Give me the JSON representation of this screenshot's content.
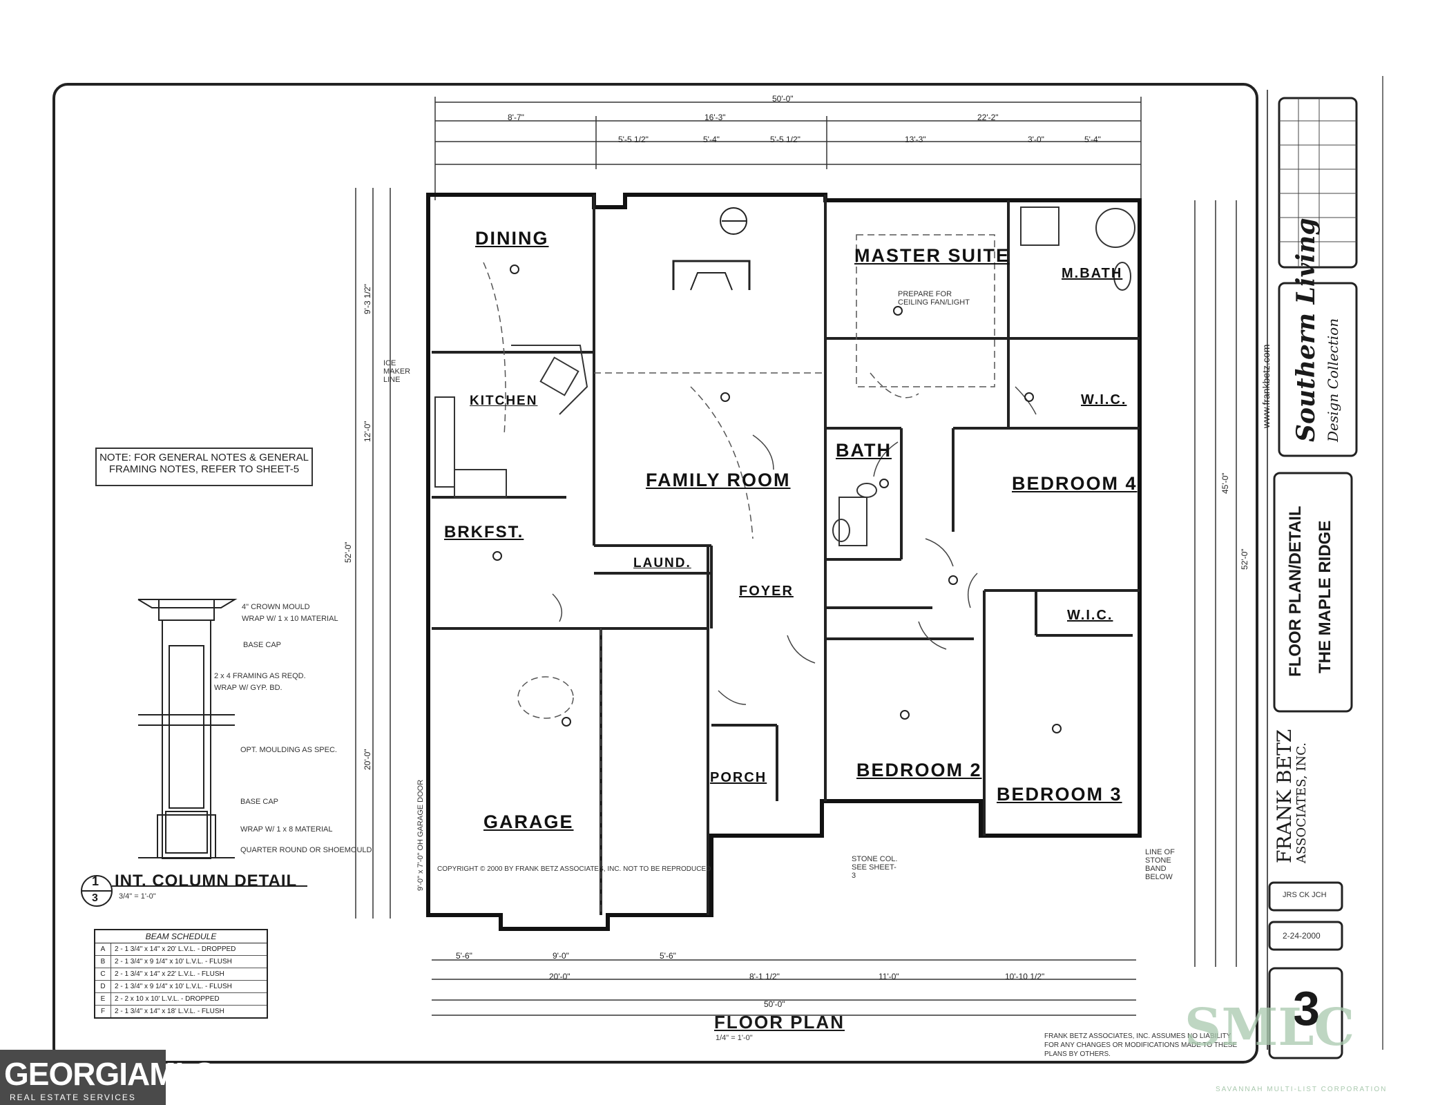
{
  "plan": {
    "title": "FLOOR PLAN",
    "scale": "1/4\" = 1'-0\"",
    "copyright": "COPYRIGHT © 2000 BY FRANK BETZ ASSOCIATES, INC. NOT TO BE REPRODUCED",
    "disclaimer_lines": [
      "FRANK BETZ ASSOCIATES, INC. ASSUMES NO LIABILITY",
      "FOR ANY CHANGES OR MODIFICATIONS MADE TO THESE",
      "PLANS BY OTHERS."
    ],
    "website": "www.frankbetz.com"
  },
  "rooms": {
    "dining": "DINING",
    "kitchen": "KITCHEN",
    "brkfst": "BRKFST.",
    "family_room": "FAMILY ROOM",
    "master_suite": "MASTER SUITE",
    "m_bath": "M.BATH",
    "wic_master": "W.I.C.",
    "bath": "BATH",
    "bedroom4": "BEDROOM 4",
    "laund": "LAUND.",
    "foyer": "FOYER",
    "wic": "W.I.C.",
    "garage": "GARAGE",
    "porch": "PORCH",
    "bedroom2": "BEDROOM 2",
    "bedroom3": "BEDROOM 3"
  },
  "dimensions": {
    "overall_top": "50'-0\"",
    "top_row": [
      "8'-7\"",
      "16'-3\"",
      "22'-2\""
    ],
    "second_row": [
      "5'-5 1/2\"",
      "5'-4\"",
      "5'-5 1/2\"",
      "13'-3\"",
      "3'-0\"",
      "5'-4\""
    ],
    "bottom_row1": [
      "5'-6\"",
      "9'-0\"",
      "5'-6\""
    ],
    "bottom_row2": [
      "20'-0\"",
      "8'-1 1/2\"",
      "11'-0\"",
      "10'-10 1/2\""
    ],
    "overall_bottom": "50'-0\"",
    "left_side": [
      "9'-3 1/2\"",
      "12'-0\"",
      "52'-0\"",
      "20'-0\""
    ],
    "right_side": [
      "45'-0\"",
      "52'-0\""
    ]
  },
  "notes": {
    "general": "NOTE: FOR GENERAL NOTES & GENERAL FRAMING NOTES, REFER TO SHEET-5",
    "icemaker": "ICE MAKER LINE",
    "master_ceiling": "PREPARE FOR CEILING FAN/LIGHT",
    "garage_door": "9'-0\" x 7'-0\" OH GARAGE DOOR",
    "stone": "STONE COL. SEE SHEET-3",
    "stone_band": "LINE OF STONE BAND BELOW"
  },
  "column_detail": {
    "number": "1",
    "sheet": "3",
    "title": "INT. COLUMN DETAIL",
    "scale": "3/4\" = 1'-0\"",
    "callouts": [
      "4\" CROWN MOULD",
      "WRAP W/ 1 x 10 MATERIAL",
      "BASE CAP",
      "2 x 4 FRAMING AS REQD.",
      "WRAP W/ GYP. BD.",
      "OPT. MOULDING AS SPEC.",
      "BASE CAP",
      "WRAP W/ 1 x 8 MATERIAL",
      "QUARTER ROUND OR SHOEMOULD"
    ]
  },
  "beam_schedule": {
    "title": "BEAM SCHEDULE",
    "rows": [
      {
        "mark": "A",
        "text": "2 - 1 3/4\" x 14\" x 20' L.V.L. - DROPPED"
      },
      {
        "mark": "B",
        "text": "2 - 1 3/4\" x 9 1/4\" x 10' L.V.L. - FLUSH"
      },
      {
        "mark": "C",
        "text": "2 - 1 3/4\" x 14\" x 22' L.V.L. - FLUSH"
      },
      {
        "mark": "D",
        "text": "2 - 1 3/4\" x 9 1/4\" x 10' L.V.L. - FLUSH"
      },
      {
        "mark": "E",
        "text": "2 - 2 x 10 x 10' L.V.L. - DROPPED"
      },
      {
        "mark": "F",
        "text": "2 - 1 3/4\" x 14\" x 18' L.V.L. - FLUSH"
      }
    ]
  },
  "title_block": {
    "brand": "Southern Living",
    "brand_sub": "Design Collection",
    "sheet_title": "FLOOR PLAN/DETAIL",
    "plan_name": "THE MAPLE RIDGE",
    "firm": "FRANK BETZ",
    "firm_sub": "ASSOCIATES, INC.",
    "date": "2-24-2000",
    "drawn": "JRS  CK  JCH",
    "sheet_number": "3"
  },
  "watermarks": {
    "gamls": "GEORGIAMLS",
    "gamls_sub": "REAL ESTATE SERVICES",
    "smlc": "SMLC",
    "smlc_sub": "SAVANNAH MULTI-LIST CORPORATION"
  }
}
